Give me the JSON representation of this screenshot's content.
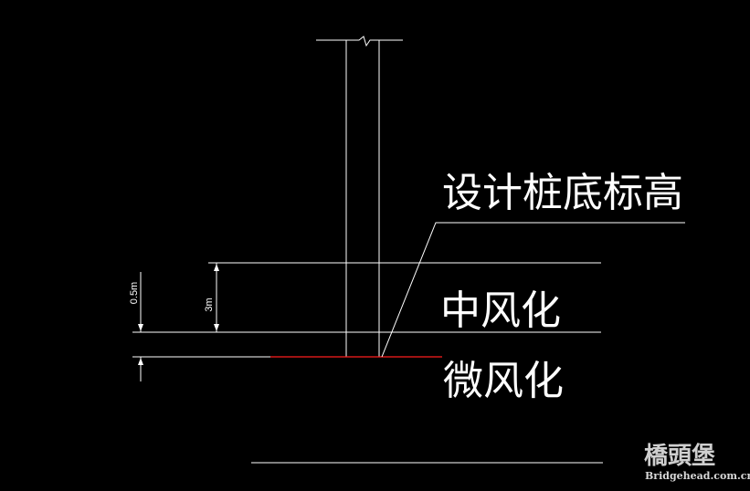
{
  "labels": {
    "design_elevation": "设计桩底标高",
    "moderately_weathered": "中风化",
    "slightly_weathered": "微风化"
  },
  "dimensions": {
    "dim_small": "0.5m",
    "dim_large": "3m"
  },
  "watermark": {
    "logo_text": "橋頭堡",
    "site": "Bridgehead.com.cn"
  },
  "colors": {
    "background": "#000000",
    "line": "#ffffff",
    "highlight": "#ff1e1e"
  }
}
